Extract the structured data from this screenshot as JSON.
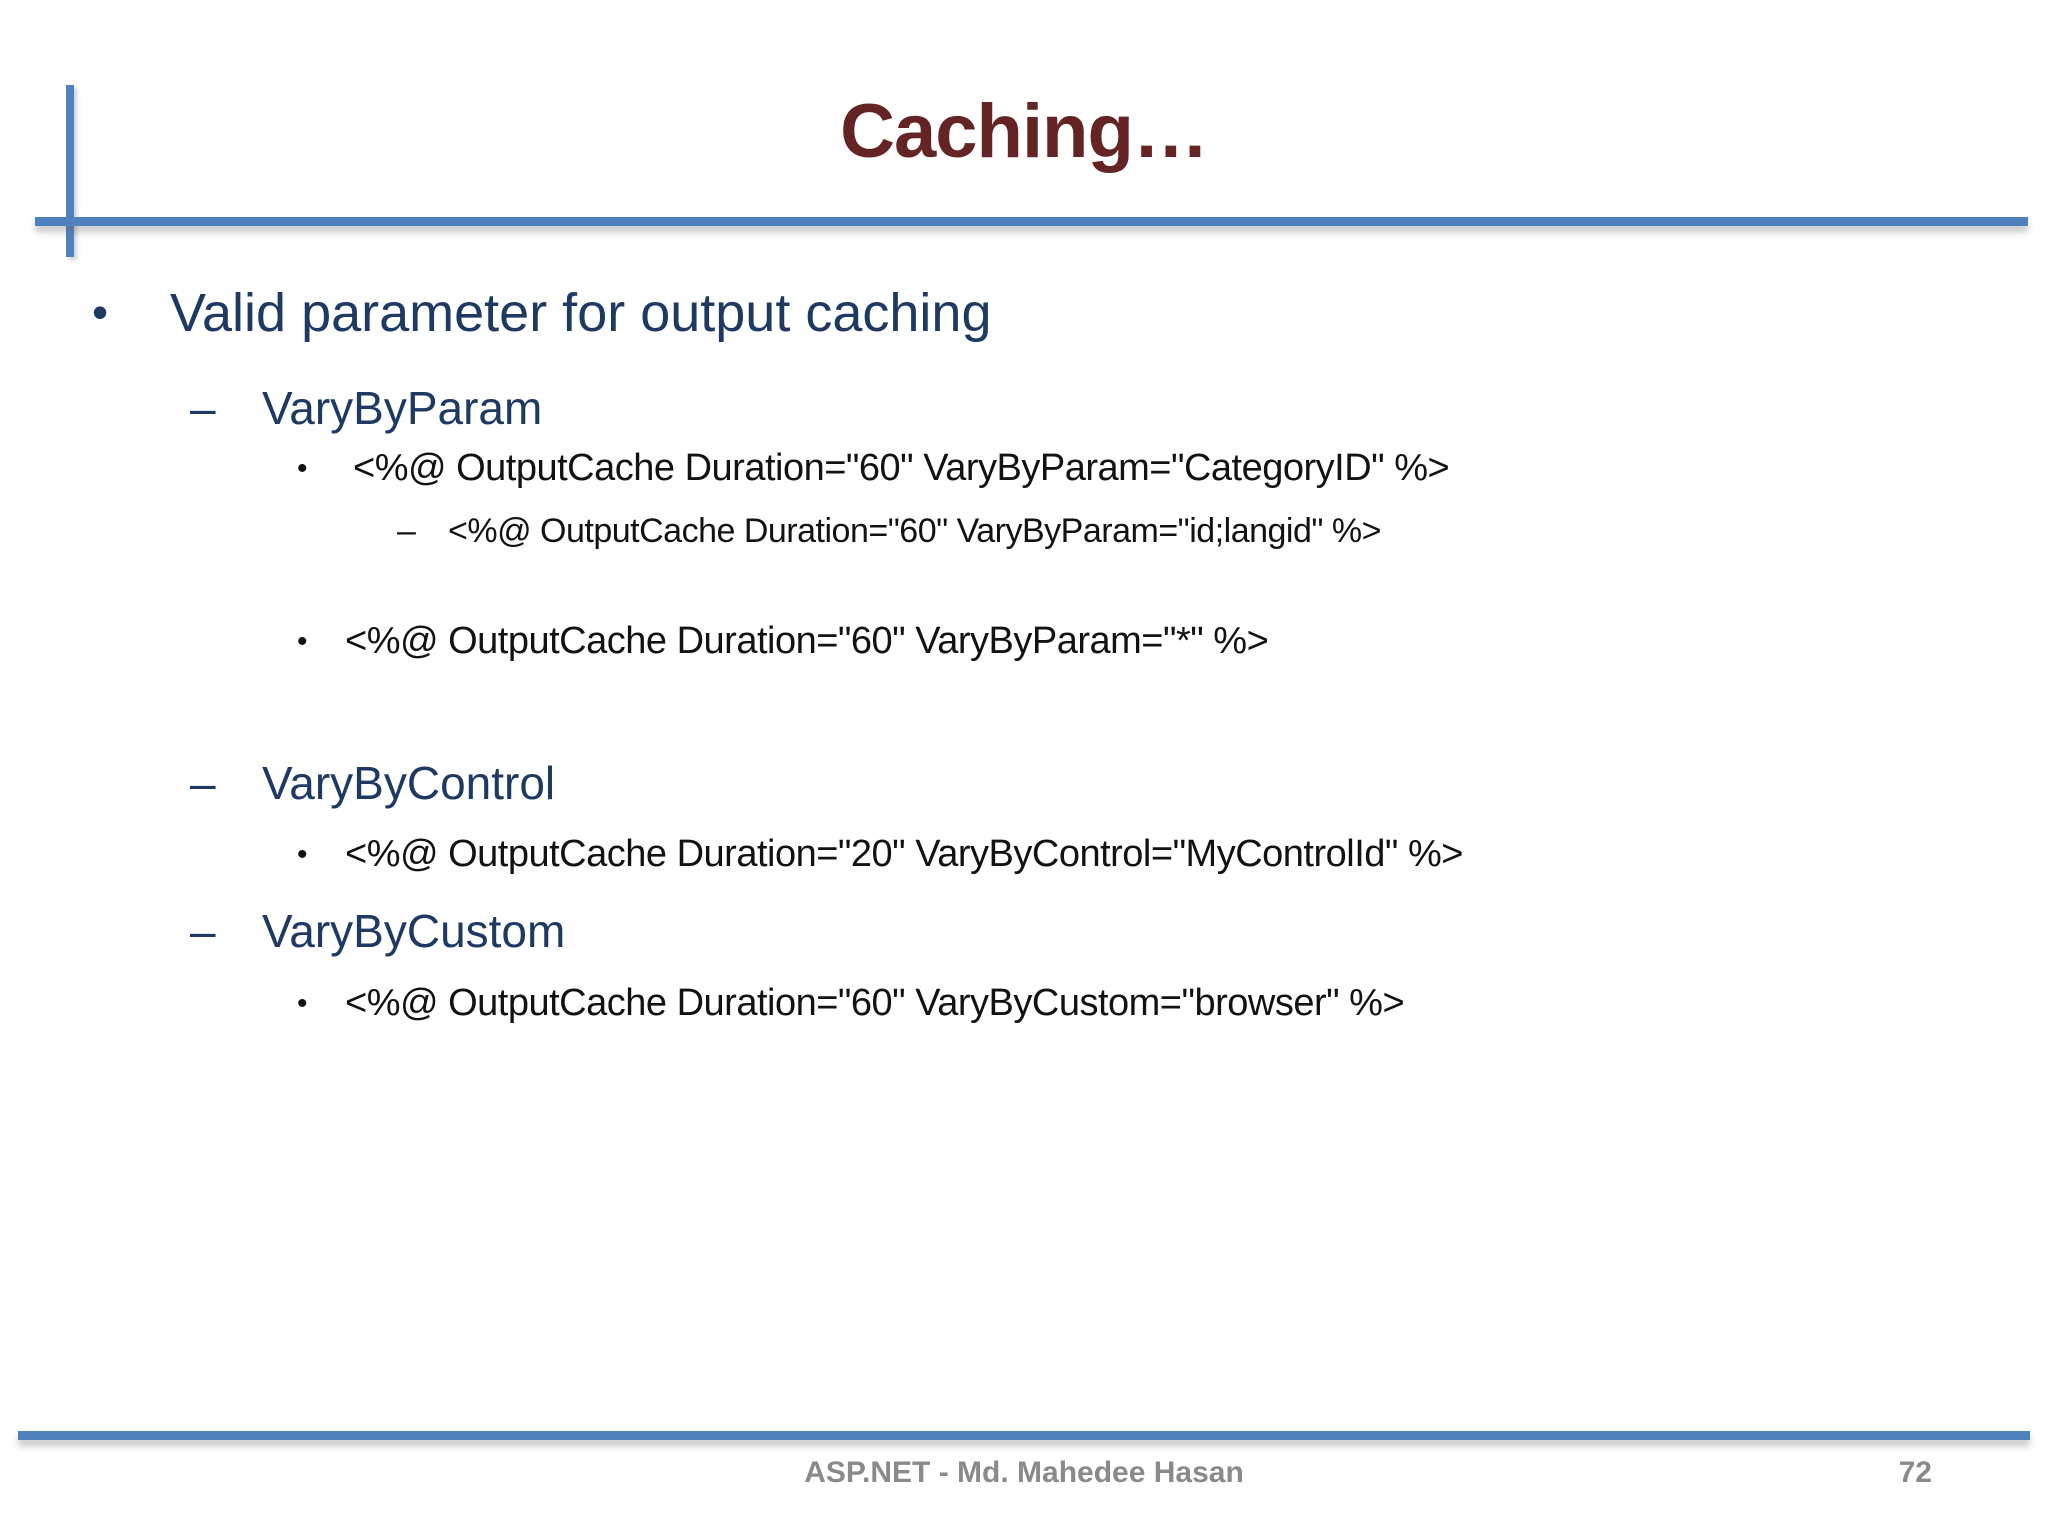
{
  "title": "Caching…",
  "content": {
    "items": [
      {
        "marker": "•",
        "text": "Valid parameter for output caching"
      },
      {
        "marker": "–",
        "text": "VaryByParam"
      },
      {
        "marker": "•",
        "text": "<%@ OutputCache Duration=\"60\" VaryByParam=\"CategoryID\" %>"
      },
      {
        "marker": "–",
        "text": "<%@ OutputCache Duration=\"60\" VaryByParam=\"id;langid\" %>"
      },
      {
        "marker": "•",
        "text": "<%@ OutputCache Duration=\"60\" VaryByParam=\"*\" %>"
      },
      {
        "marker": "–",
        "text": "VaryByControl"
      },
      {
        "marker": "•",
        "text": "<%@ OutputCache Duration=\"20\" VaryByControl=\"MyControlId\" %>"
      },
      {
        "marker": "–",
        "text": "VaryByCustom"
      },
      {
        "marker": "•",
        "text": "<%@ OutputCache Duration=\"60\" VaryByCustom=\"browser\" %>"
      }
    ]
  },
  "footer": {
    "center": "ASP.NET - Md. Mahedee Hasan",
    "page_number": "72"
  },
  "colors": {
    "title": "#632423",
    "heading": "#1e3a63",
    "code": "#121212",
    "accent_line": "#4f81bd",
    "footer_text": "#8a8a8a"
  }
}
